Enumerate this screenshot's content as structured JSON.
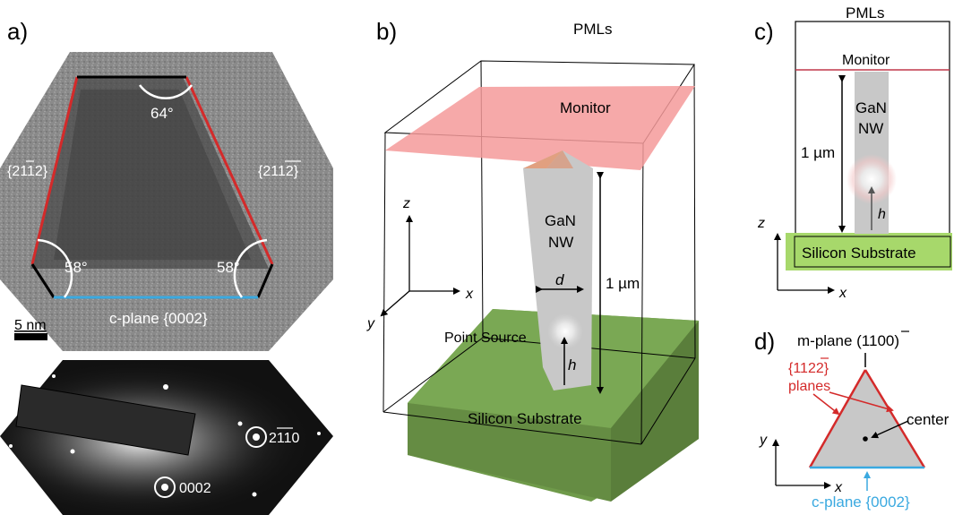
{
  "panel_a": {
    "label": "a)",
    "angle_top": "64°",
    "angle_left": "58°",
    "angle_right": "58°",
    "facet_left": "{2112}",
    "facet_right": "{2112}",
    "base_plane": "c-plane {0002}",
    "scale_bar": "5 nm",
    "diffraction_spot_1": "2110",
    "diffraction_spot_2": "0002",
    "colors": {
      "facet": "#d42a2a",
      "base": "#3aa9e0"
    }
  },
  "panel_b": {
    "label": "b)",
    "pml": "PMLs",
    "monitor": "Monitor",
    "nanowire": [
      "GaN",
      "NW"
    ],
    "length": "1 µm",
    "diameter": "d",
    "height": "h",
    "source": "Point Source",
    "substrate": "Silicon Substrate",
    "axis_x": "x",
    "axis_y": "y",
    "axis_z": "z",
    "colors": {
      "monitor": "#f59a9a",
      "substrate": "#6f9a4a",
      "nanowire": "#c8c8c8"
    }
  },
  "panel_c": {
    "label": "c)",
    "pml": "PMLs",
    "monitor": "Monitor",
    "nanowire": [
      "GaN",
      "NW"
    ],
    "length": "1 µm",
    "height": "h",
    "substrate": "Silicon Substrate",
    "axis_x": "x",
    "axis_z": "z",
    "colors": {
      "monitor_line": "#c0394a",
      "substrate": "#a7d86b"
    }
  },
  "panel_d": {
    "label": "d)",
    "m_plane": "m-plane (1100)",
    "planes": [
      "{1122}",
      "planes"
    ],
    "center": "center",
    "base_plane": "c-plane {0002}",
    "axis_x": "x",
    "axis_y": "y",
    "colors": {
      "planes": "#d42a2a",
      "base": "#3aa9e0",
      "triangle": "#c8c8c8"
    }
  }
}
